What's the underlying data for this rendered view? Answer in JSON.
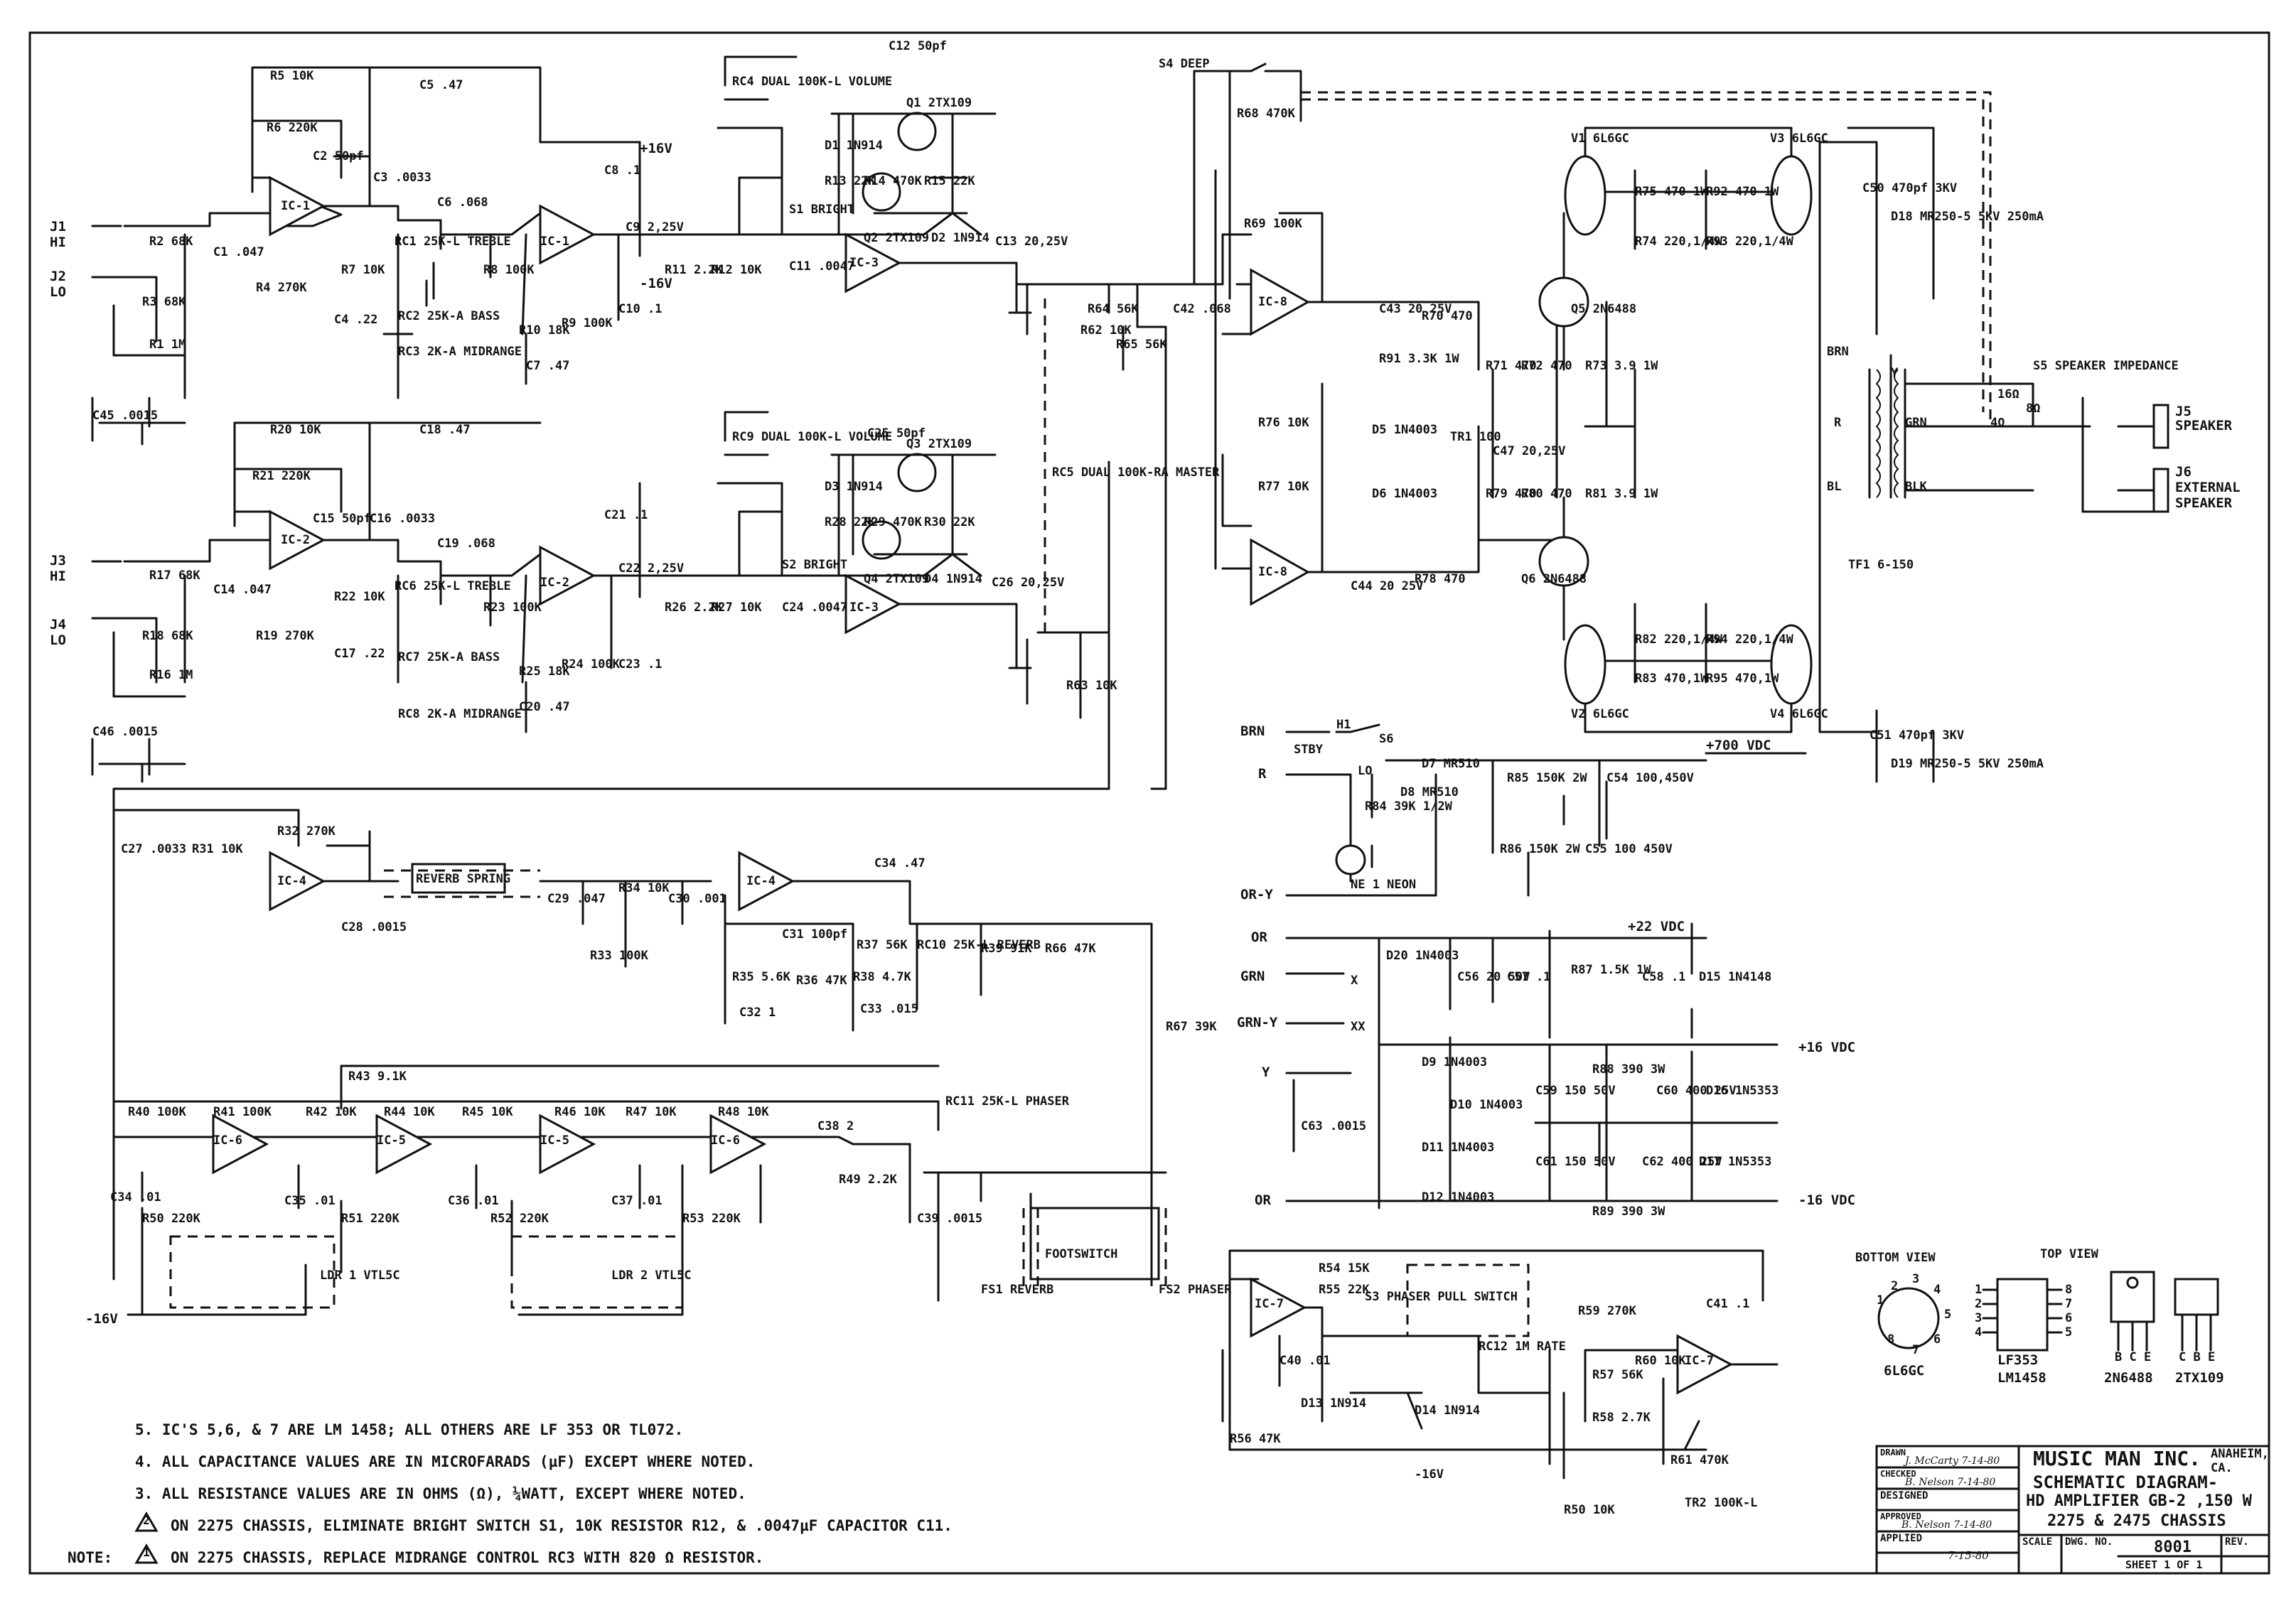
{
  "title_block": {
    "company": "MUSIC MAN INC.",
    "location": "ANAHEIM, CA.",
    "title_line1": "SCHEMATIC DIAGRAM-",
    "title_line2": "HD AMPLIFIER GB-2 ,150 W",
    "title_line3": "2275 & 2475 CHASSIS",
    "drawn_label": "DRAWN",
    "drawn_by": "J. McCarty 7-14-80",
    "checked_label": "CHECKED",
    "checked_by": "B. Nelson 7-14-80",
    "designed_label": "DESIGNED",
    "approved_label": "APPROVED",
    "approved_by": "B. Nelson 7-14-80",
    "applied_label": "APPLIED",
    "applied_date": "7-15-80",
    "scale_label": "SCALE",
    "dwg_label": "DWG. NO.",
    "dwg_no": "8001",
    "rev_label": "REV.",
    "sheet": "SHEET 1 OF 1"
  },
  "notes": [
    "5. IC'S 5,6, & 7 ARE LM 1458; ALL OTHERS ARE LF 353 OR TL072.",
    "4. ALL CAPACITANCE VALUES ARE IN MICROFARADS (µF) EXCEPT WHERE NOTED.",
    "3. ALL RESISTANCE VALUES ARE IN OHMS (Ω), ¼WATT, EXCEPT WHERE NOTED.",
    "ON 2275 CHASSIS, ELIMINATE BRIGHT SWITCH S1, 10K RESISTOR R12, & .0047µF CAPACITOR C11.",
    "ON 2275 CHASSIS, REPLACE MIDRANGE CONTROL RC3 WITH 820 Ω RESISTOR."
  ],
  "note_prefix": "NOTE:",
  "note_marks": {
    "two": "2",
    "one": "1"
  },
  "views": {
    "bottom_view": "BOTTOM VIEW",
    "top_view": "TOP VIEW",
    "tube": "6L6GC",
    "ic": [
      "LF353",
      "LM1458"
    ],
    "transistors": [
      "2N6488",
      "2TX109"
    ],
    "pins_bce": "B C E",
    "pins_cbe": "C B E",
    "ic_pins_l": [
      "1",
      "2",
      "3",
      "4"
    ],
    "ic_pins_r": [
      "8",
      "7",
      "6",
      "5"
    ],
    "tube_pins": [
      "1",
      "2",
      "3",
      "4",
      "5",
      "6",
      "7",
      "8"
    ]
  },
  "io": {
    "j1": "J1",
    "j1_sub": "HI",
    "j2": "J2",
    "j2_sub": "LO",
    "j3": "J3",
    "j3_sub": "HI",
    "j4": "J4",
    "j4_sub": "LO",
    "j5": "J5",
    "j5_sub": "SPEAKER",
    "j6": "J6",
    "j6_sub1": "EXTERNAL",
    "j6_sub2": "SPEAKER",
    "brn": "BRN",
    "r": "R",
    "or_y": "OR-Y",
    "or": "OR",
    "grn": "GRN",
    "grn_y": "GRN-Y",
    "y": "Y",
    "or2": "OR",
    "neg16": "-16V",
    "plus16vdc": "+16 VDC",
    "minus16vdc": "-16 VDC",
    "plus22vdc": "+22 VDC",
    "plus700vdc": "+700 VDC",
    "plus16": "+16V",
    "minus16": "-16V"
  },
  "preamp1": {
    "labels": [
      "R5 10K",
      "R6 220K",
      "C5 .47",
      "C2 50pf",
      "C3 .0033",
      "IC-1",
      "R2 68K",
      "R3 68K",
      "C1 .047",
      "R1 1M",
      "R4 270K",
      "R7 10K",
      "C4 .22",
      "C6 .068",
      "RC1 25K-L TREBLE",
      "RC2 25K-A BASS",
      "RC3 2K-A MIDRANGE",
      "C45 .0015",
      "R8 100K",
      "R10 18K",
      "C7 .47",
      "R9 100K",
      "IC-1",
      "C8 .1",
      "C9 2,25V",
      "R11 2.2K",
      "R12 10K",
      "C10 .1",
      "C11 .0047",
      "RC4 DUAL 100K-L VOLUME",
      "S1 BRIGHT",
      "D1 1N914",
      "Q1 2TX109",
      "C12 50pf",
      "R13 22K",
      "R14 470K",
      "R15 22K",
      "Q2 2TX109",
      "D2 1N914",
      "IC-3",
      "C13 20,25V"
    ]
  },
  "preamp2": {
    "labels": [
      "R20 10K",
      "R21 220K",
      "C18 .47",
      "C15 50pf",
      "C16 .0033",
      "IC-2",
      "R17 68K",
      "R18 68K",
      "C14 .047",
      "R16 1M",
      "R19 270K",
      "R22 10K",
      "C17 .22",
      "C19 .068",
      "RC6 25K-L TREBLE",
      "RC7 25K-A BASS",
      "RC8 2K-A MIDRANGE",
      "C46 .0015",
      "R23 100K",
      "R25 18K",
      "C20 .47",
      "R24 100K",
      "IC-2",
      "C21 .1",
      "C22 2,25V",
      "R26 2.2K",
      "R27 10K",
      "C23 .1",
      "C24 .0047",
      "RC9 DUAL 100K-L VOLUME",
      "S2 BRIGHT",
      "D3 1N914",
      "Q3 2TX109",
      "C25 50pf",
      "R28 22K",
      "R29 470K",
      "R30 22K",
      "Q4 2TX109",
      "D4 1N914",
      "IC-3",
      "C26 20,25V",
      "R63 10K"
    ]
  },
  "master": {
    "labels": [
      "RC5 DUAL 100K-RA MASTER",
      "R64 56K",
      "R65 56K",
      "R62 10K",
      "C42 .068",
      "S4 DEEP",
      "R68 470K",
      "R67 39K"
    ]
  },
  "reverb": {
    "labels": [
      "C27 .0033",
      "R31 10K",
      "R32 270K",
      "IC-4",
      "REVERB SPRING",
      "C28 .0015",
      "C29 .047",
      "R34 10K",
      "C30 .001",
      "R33 100K",
      "IC-4",
      "C34 .47",
      "C31 100pf",
      "R37 56K",
      "R38 4.7K",
      "R35 5.6K",
      "C32 1",
      "R36 47K",
      "C33 .015",
      "RC10 25K-L REVERB",
      "R39 91K",
      "R66 47K"
    ]
  },
  "phaser": {
    "labels": [
      "R43 9.1K",
      "RC11 25K-L PHASER",
      "R40 100K",
      "R41 100K",
      "R42 10K",
      "R44 10K",
      "R45 10K",
      "R46 10K",
      "R47 10K",
      "R48 10K",
      "IC-6",
      "IC-5",
      "IC-5",
      "IC-6",
      "C34 .01",
      "C35 .01",
      "C36 .01",
      "C37 .01",
      "R50 220K",
      "R51 220K",
      "R52 220K",
      "R53 220K",
      "C38 2",
      "R49 2.2K",
      "C39 .0015",
      "LDR 1 VTL5C",
      "LDR 2 VTL5C",
      "FOOTSWITCH",
      "FS1 REVERB",
      "FS2 PHASER"
    ]
  },
  "lfo": {
    "labels": [
      "R54 15K",
      "R55 22K",
      "IC-7",
      "C40 .01",
      "S3 PHASER PULL SWITCH",
      "RC12 1M RATE",
      "R59 270K",
      "C41 .1",
      "R57 56K",
      "R60 10K",
      "IC-7",
      "D13 1N914",
      "D14 1N914",
      "R58 2.7K",
      "R61 470K",
      "R56 47K",
      "R50 10K",
      "TR2 100K-L",
      "-16V"
    ]
  },
  "power_amp": {
    "labels": [
      "R69 100K",
      "IC-8",
      "R76 10K",
      "R77 10K",
      "IC-8",
      "C43 20 25V",
      "R70 470",
      "R91 3.3K 1W",
      "D5 1N4003",
      "D6 1N4003",
      "TR1 100",
      "R71 470",
      "R72 470",
      "R73 3.9 1W",
      "C47 20,25V",
      "R79 470",
      "R80 470",
      "R81 3.9 1W",
      "Q5 2N6488",
      "Q6 2N6488",
      "C44 20 25V",
      "R78 470",
      "V1 6L6GC",
      "V3 6L6GC",
      "V2 6L6GC",
      "V4 6L6GC",
      "R75 470 1W",
      "R74 220,1/4W",
      "R92 470 1W",
      "R93 220,1/4W",
      "R82 220,1/4W",
      "R83 470,1W",
      "R94 220,1/4W",
      "R95 470,1W",
      "C50 470pf 3KV",
      "D18 MR250-5 5KV 250mA",
      "C51 470pf 3KV",
      "D19 MR250-5 5KV 250mA",
      "TF1 6-150",
      "BRN",
      "R",
      "BL",
      "Y",
      "GRN",
      "BLK",
      "S5 SPEAKER IMPEDANCE",
      "16Ω",
      "4Ω",
      "8Ω"
    ]
  },
  "power_supply": {
    "labels": [
      "H1",
      "S6",
      "STBY",
      "LO",
      "D7 MR510",
      "D8 MR510",
      "R84 39K 1/2W",
      "NE 1 NEON",
      "R85 150K 2W",
      "R86 150K 2W",
      "C54 100,450V",
      "C55 100 450V",
      "D20 1N4003",
      "C56 20 50V",
      "C57 .1",
      "R87 1.5K 1W",
      "C58 .1",
      "D15 1N4148",
      "D9 1N4003",
      "D10 1N4003",
      "D11 1N4003",
      "D12 1N4003",
      "C59 150 50V",
      "C61 150 50V",
      "R88 390 3W",
      "R89 390 3W",
      "C60 400 25V",
      "C62 400 25V",
      "D16 1N5353",
      "D17 1N5353",
      "C63 .0015",
      "X",
      "XX"
    ]
  }
}
